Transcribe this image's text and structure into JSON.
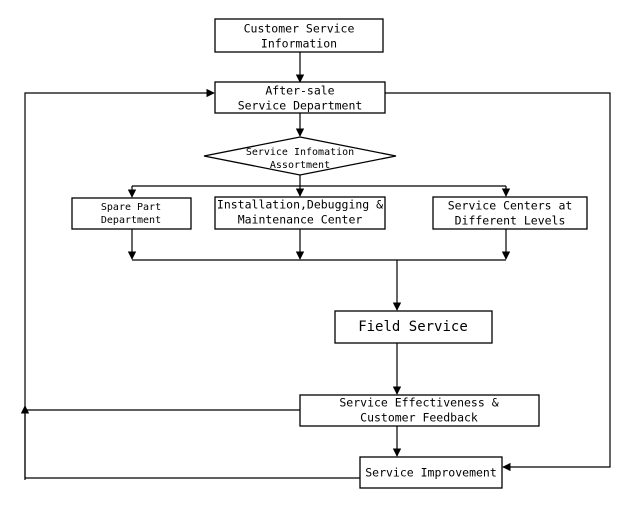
{
  "nodes": {
    "customer_info": {
      "line1": "Customer Service",
      "line2": "Information"
    },
    "after_sale": {
      "line1": "After-sale",
      "line2": "Service Department"
    },
    "assortment": {
      "line1": "Service Infomation",
      "line2": "Assortment"
    },
    "spare_part": {
      "line1": "Spare Part",
      "line2": "Department"
    },
    "installation": {
      "line1": "Installation,Debugging &",
      "line2": "Maintenance Center"
    },
    "service_centers": {
      "line1": "Service Centers at",
      "line2": "Different Levels"
    },
    "field_service": {
      "label": "Field Service"
    },
    "effectiveness": {
      "line1": "Service Effectiveness &",
      "line2": "Customer Feedback"
    },
    "improvement": {
      "label": "Service Improvement"
    }
  }
}
